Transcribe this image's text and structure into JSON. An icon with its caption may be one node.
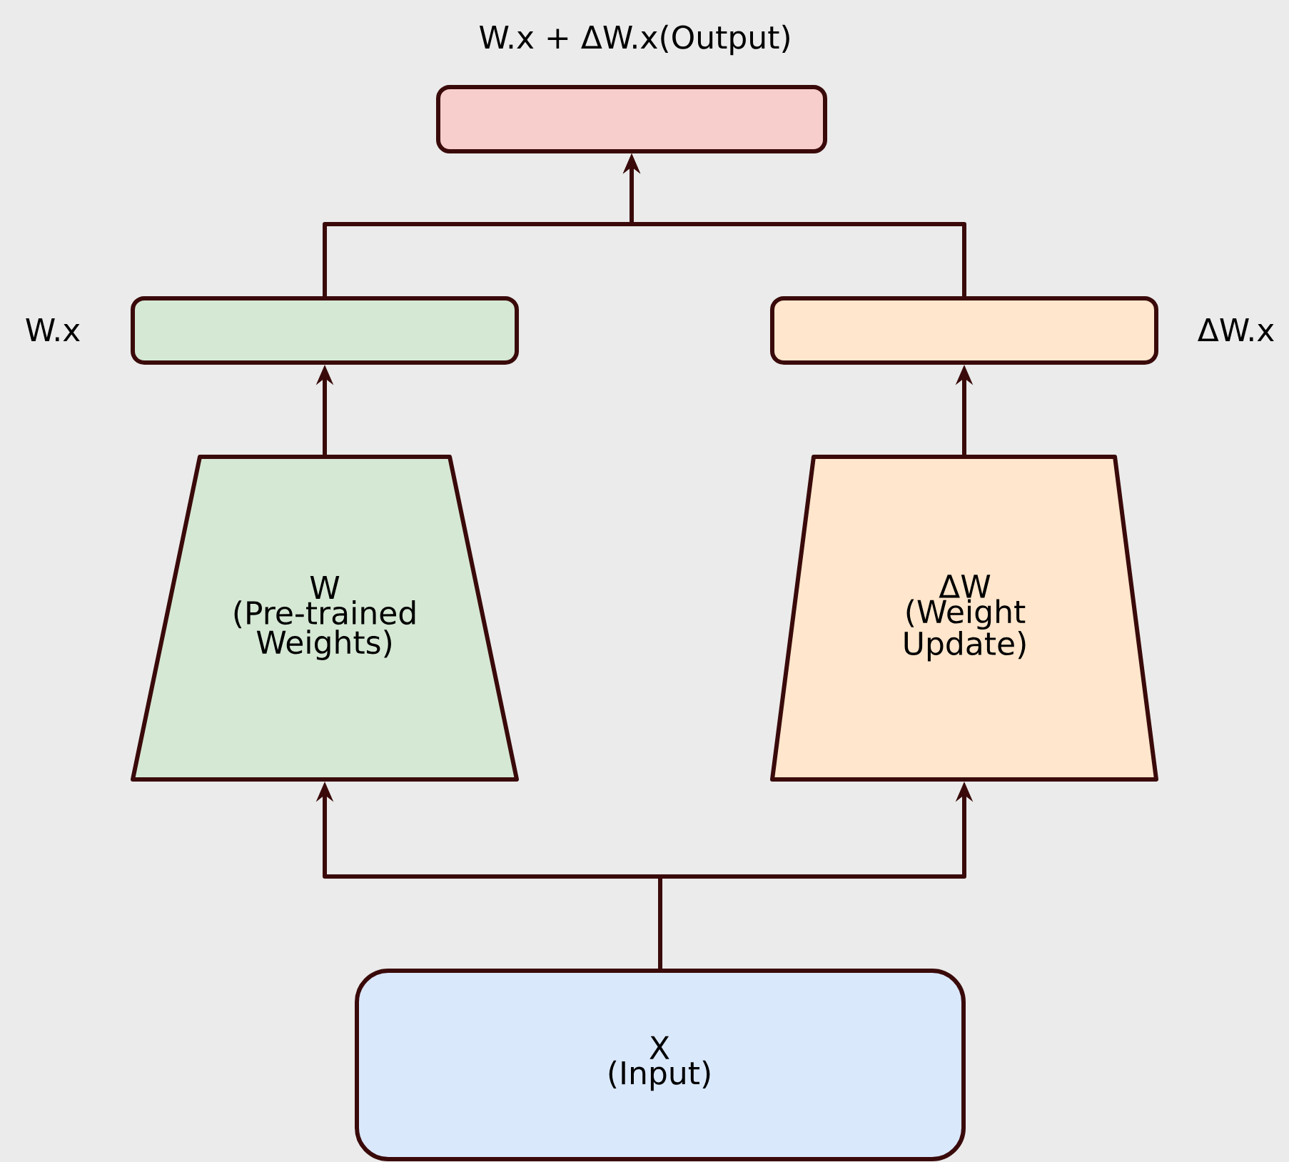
{
  "diagram": {
    "nodes": [
      {
        "text": [
          "W.x + ΔW.x(Output)"
        ]
      },
      {
        "text": [
          "W.x"
        ]
      },
      {
        "text": [
          "ΔW.x"
        ]
      },
      {
        "text": [
          "W (Pre-trained Weights)"
        ]
      },
      {
        "text": [
          "ΔW (Weight Update)"
        ]
      },
      {
        "text": [
          "X (Input)"
        ]
      }
    ],
    "edges": [
      {
        "from": 5,
        "to": 3,
        "arrow": "to"
      },
      {
        "from": 5,
        "to": 4,
        "arrow": "to"
      },
      {
        "from": 3,
        "to": 1,
        "arrow": "to"
      },
      {
        "from": 4,
        "to": 2,
        "arrow": "to"
      },
      {
        "from": 1,
        "to": 0,
        "arrow": "to"
      },
      {
        "from": 2,
        "to": 0,
        "arrow": "to"
      }
    ]
  }
}
